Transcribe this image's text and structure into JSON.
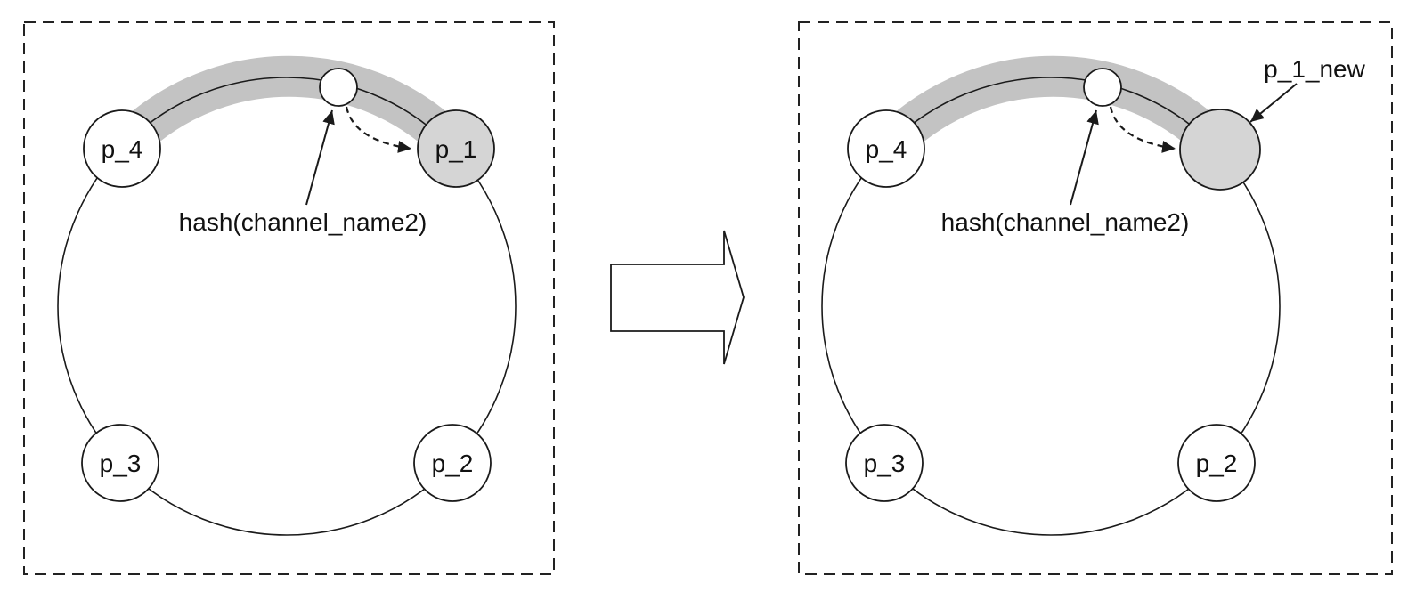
{
  "colors": {
    "band": "#c3c3c3",
    "node_fill_highlight": "#d5d5d5",
    "node_fill_default": "#ffffff"
  },
  "left_panel": {
    "node_p4": "p_4",
    "node_p1": "p_1",
    "node_p2": "p_2",
    "node_p3": "p_3",
    "hash_pointer_label": "hash(channel_name2)"
  },
  "right_panel": {
    "node_p4": "p_4",
    "node_p2": "p_2",
    "node_p3": "p_3",
    "new_node_label": "p_1_new",
    "hash_pointer_label": "hash(channel_name2)"
  }
}
